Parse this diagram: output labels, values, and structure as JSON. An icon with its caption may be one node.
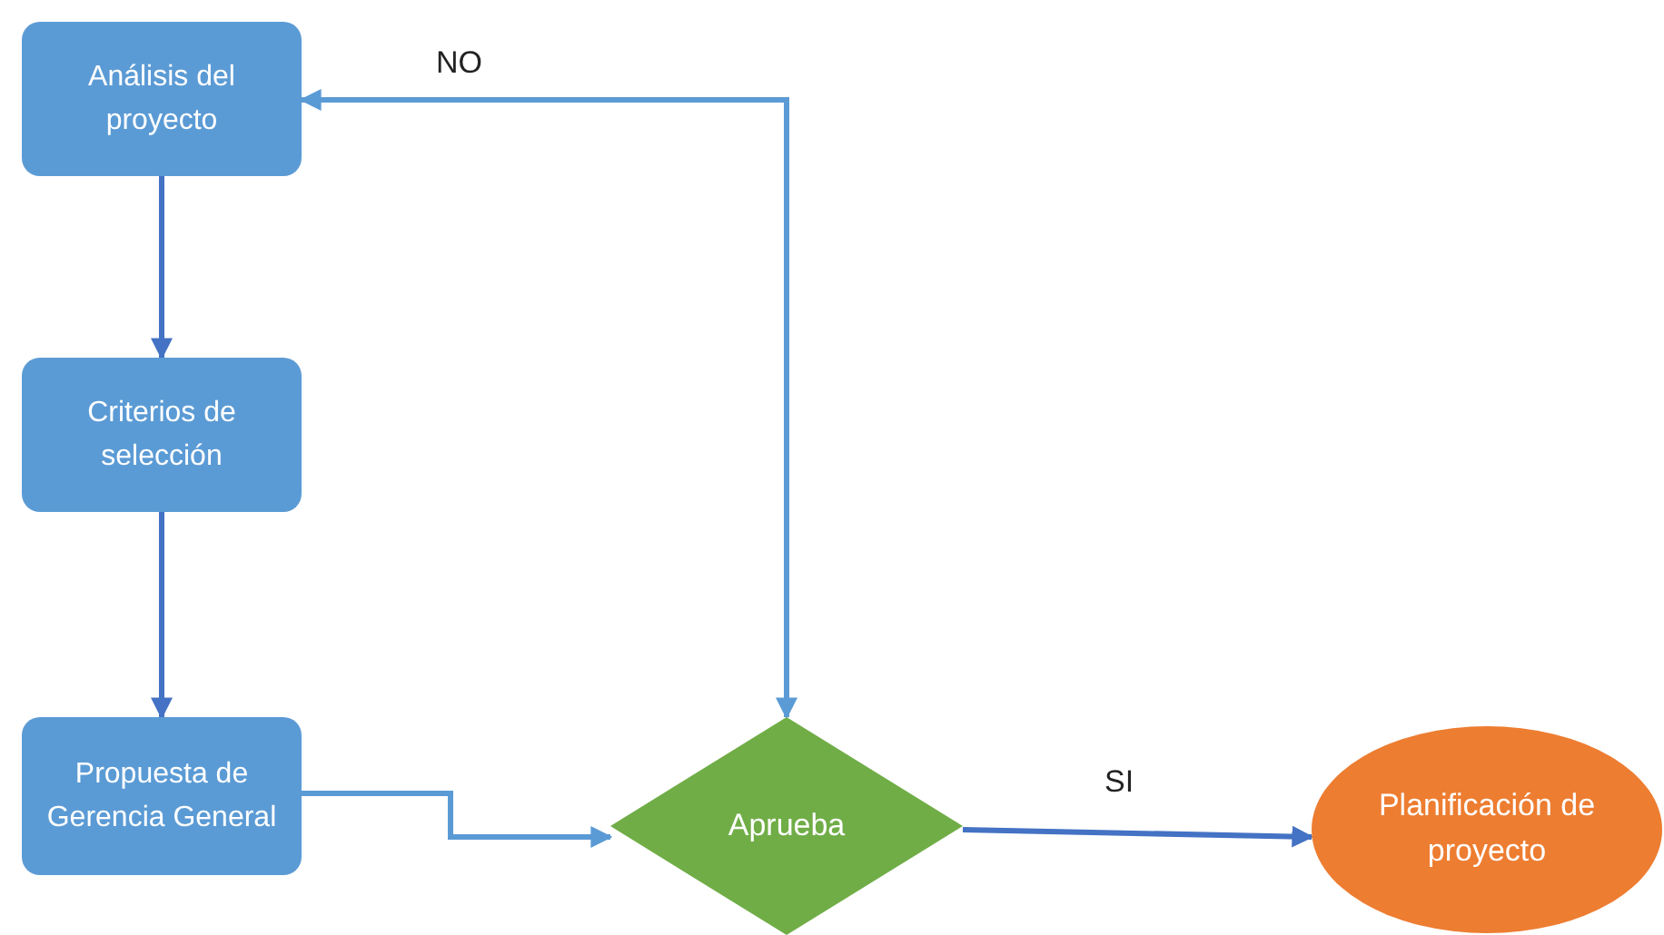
{
  "diagram": {
    "nodes": [
      {
        "text": [
          "Análisis del proyecto"
        ]
      },
      {
        "text": [
          "Criterios de selección"
        ]
      },
      {
        "text": [
          "Propuesta de Gerencia General"
        ]
      },
      {
        "text": [
          "Aprueba"
        ]
      },
      {
        "text": [
          "Planificación de proyecto"
        ]
      }
    ],
    "edges": [
      {
        "from": 0,
        "to": 1,
        "arrow": "to"
      },
      {
        "from": 1,
        "to": 2,
        "arrow": "to"
      },
      {
        "from": 2,
        "to": 3,
        "arrow": "to",
        "color": "#5b9bd5"
      },
      {
        "from": 3,
        "to": 0,
        "arrow": "both",
        "label": "NO",
        "color": "#5b9bd5"
      },
      {
        "from": 3,
        "to": 4,
        "arrow": "to",
        "label": "SI"
      }
    ]
  }
}
